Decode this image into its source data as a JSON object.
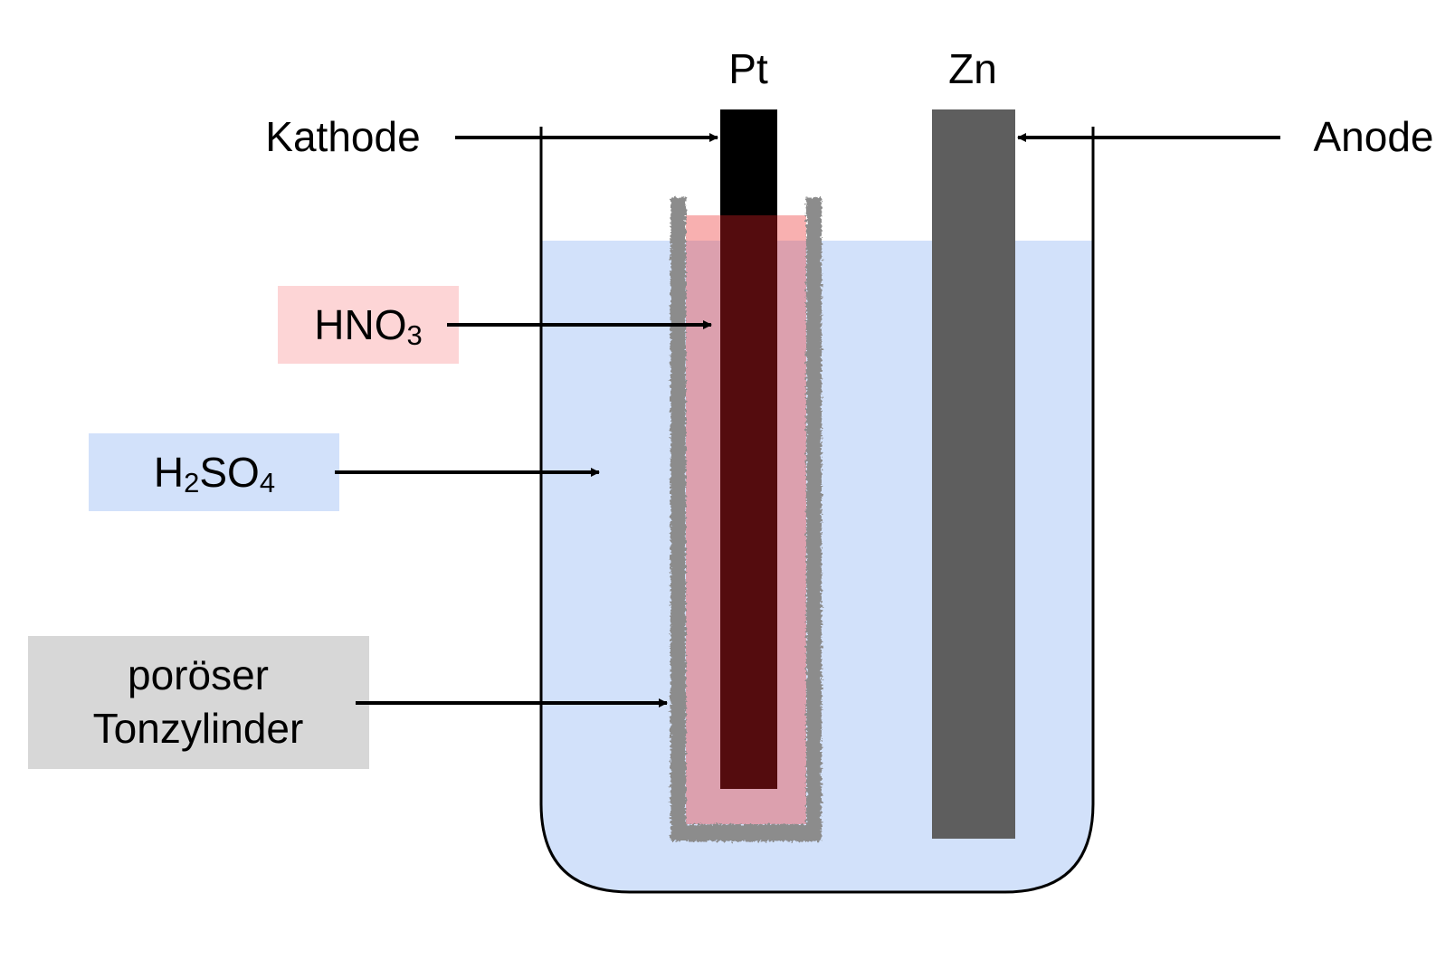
{
  "labels": {
    "cathode": "Kathode",
    "anode": "Anode",
    "pt": "Pt",
    "zn": "Zn",
    "hno3": {
      "main": "HNO",
      "sub": "3"
    },
    "h2so4": {
      "part1": "H",
      "sub1": "2",
      "part2": "SO",
      "sub2": "4"
    },
    "porous_line1": "poröser",
    "porous_line2": "Tonzylinder"
  },
  "colors": {
    "sulfuric_acid": "#d2e1fa",
    "nitric_acid_box": "#fdd5d6",
    "nitric_acid_fill": "#dca0ae",
    "nitric_acid_top": "#f8b0b0",
    "porous_box": "#d7d7d7",
    "clay_cylinder": "#8c8c8c",
    "platinum": "#000000",
    "platinum_immersed": "#540c0e",
    "zinc": "#5e5e5e",
    "beaker_outline": "#000000"
  }
}
